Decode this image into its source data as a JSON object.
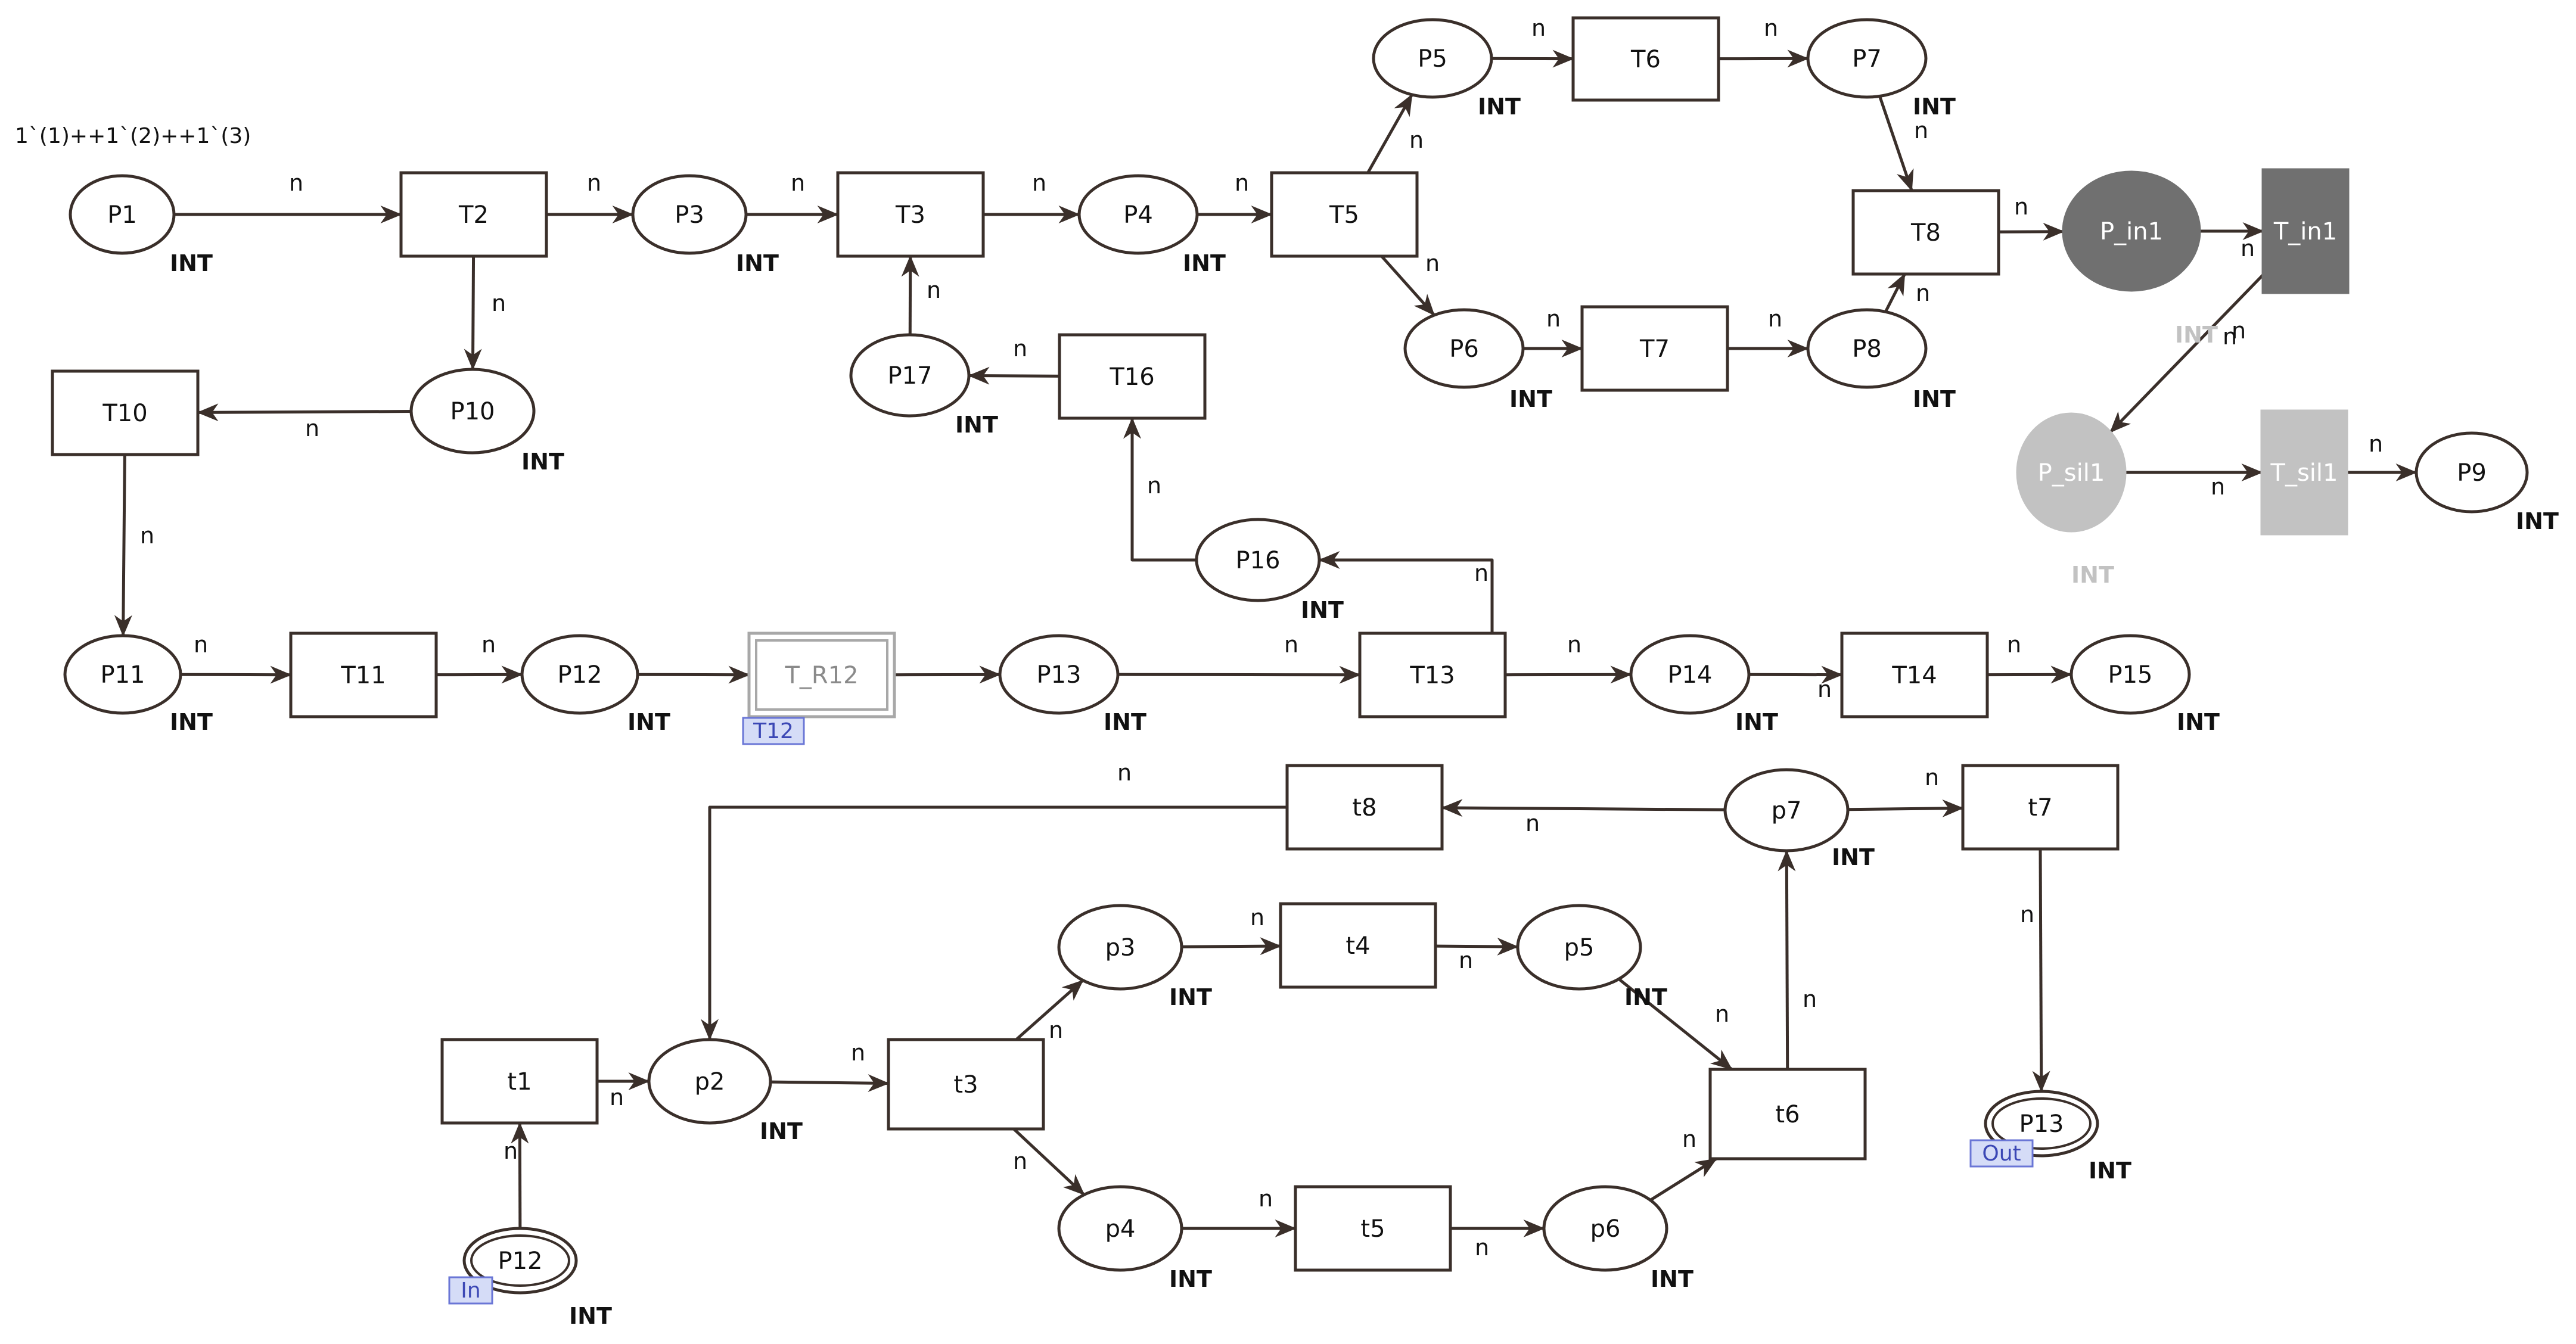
{
  "initial_marking": "1`(1)++1`(2)++1`(3)",
  "colors": {
    "stroke": "#3a2f2a",
    "text": "#111111",
    "fused_place_fill": "#707070",
    "faded_fill": "#c2c2c2",
    "faded_text": "#c2c2c2",
    "port_tag_fill": "#d5dcf7",
    "port_tag_stroke": "#6a76d6",
    "port_tag_text": "#3b47b5",
    "subst_stroke": "#a8a8a8",
    "subst_text": "#8a8a8a"
  },
  "places": [
    {
      "id": "P1",
      "label": "P1",
      "type": "INT"
    },
    {
      "id": "P3",
      "label": "P3",
      "type": "INT"
    },
    {
      "id": "P4",
      "label": "P4",
      "type": "INT"
    },
    {
      "id": "P5",
      "label": "P5",
      "type": "INT"
    },
    {
      "id": "P6",
      "label": "P6",
      "type": "INT"
    },
    {
      "id": "P7",
      "label": "P7",
      "type": "INT"
    },
    {
      "id": "P8",
      "label": "P8",
      "type": "INT"
    },
    {
      "id": "P10",
      "label": "P10",
      "type": "INT"
    },
    {
      "id": "P11",
      "label": "P11",
      "type": "INT"
    },
    {
      "id": "P12",
      "label": "P12",
      "type": "INT"
    },
    {
      "id": "P13",
      "label": "P13",
      "type": "INT"
    },
    {
      "id": "P14",
      "label": "P14",
      "type": "INT"
    },
    {
      "id": "P15",
      "label": "P15",
      "type": "INT"
    },
    {
      "id": "P16",
      "label": "P16",
      "type": "INT"
    },
    {
      "id": "P17",
      "label": "P17",
      "type": "INT"
    },
    {
      "id": "Pin1",
      "label": "P_in1",
      "type": "",
      "style": "fused"
    },
    {
      "id": "Psil1",
      "label": "P_sil1",
      "type": "INT",
      "style": "faded"
    },
    {
      "id": "P9",
      "label": "P9",
      "type": "INT"
    },
    {
      "id": "p2",
      "label": "p2",
      "type": "INT"
    },
    {
      "id": "p3",
      "label": "p3",
      "type": "INT"
    },
    {
      "id": "p4",
      "label": "p4",
      "type": "INT"
    },
    {
      "id": "p5",
      "label": "p5",
      "type": "INT"
    },
    {
      "id": "p6",
      "label": "p6",
      "type": "INT"
    },
    {
      "id": "p7",
      "label": "p7",
      "type": "INT"
    },
    {
      "id": "sP12",
      "label": "P12",
      "type": "INT",
      "port": "In"
    },
    {
      "id": "sP13",
      "label": "P13",
      "type": "INT",
      "port": "Out"
    }
  ],
  "transitions": [
    {
      "id": "T2",
      "label": "T2"
    },
    {
      "id": "T3",
      "label": "T3"
    },
    {
      "id": "T5",
      "label": "T5"
    },
    {
      "id": "T6",
      "label": "T6"
    },
    {
      "id": "T7",
      "label": "T7"
    },
    {
      "id": "T8",
      "label": "T8"
    },
    {
      "id": "Tin1",
      "label": "T_in1",
      "style": "fused"
    },
    {
      "id": "Tsil1",
      "label": "T_sil1",
      "style": "faded"
    },
    {
      "id": "T10",
      "label": "T10"
    },
    {
      "id": "T11",
      "label": "T11"
    },
    {
      "id": "TR12",
      "label": "T_R12",
      "style": "subst",
      "tag": "T12"
    },
    {
      "id": "T13",
      "label": "T13"
    },
    {
      "id": "T14",
      "label": "T14"
    },
    {
      "id": "T16",
      "label": "T16"
    },
    {
      "id": "t1",
      "label": "t1"
    },
    {
      "id": "t3",
      "label": "t3"
    },
    {
      "id": "t4",
      "label": "t4"
    },
    {
      "id": "t5",
      "label": "t5"
    },
    {
      "id": "t6",
      "label": "t6"
    },
    {
      "id": "t7",
      "label": "t7"
    },
    {
      "id": "t8",
      "label": "t8"
    }
  ],
  "arcs": [
    {
      "from": "P1",
      "to": "T2",
      "label": "n"
    },
    {
      "from": "T2",
      "to": "P3",
      "label": "n"
    },
    {
      "from": "P3",
      "to": "T3",
      "label": "n"
    },
    {
      "from": "T3",
      "to": "P4",
      "label": "n"
    },
    {
      "from": "P4",
      "to": "T5",
      "label": "n"
    },
    {
      "from": "T5",
      "to": "P5",
      "label": "n"
    },
    {
      "from": "P5",
      "to": "T6",
      "label": "n"
    },
    {
      "from": "T6",
      "to": "P7",
      "label": "n"
    },
    {
      "from": "P7",
      "to": "T8",
      "label": "n"
    },
    {
      "from": "T5",
      "to": "P6",
      "label": "n"
    },
    {
      "from": "P6",
      "to": "T7",
      "label": "n"
    },
    {
      "from": "T7",
      "to": "P8",
      "label": "n"
    },
    {
      "from": "P8",
      "to": "T8",
      "label": "n"
    },
    {
      "from": "T8",
      "to": "Pin1",
      "label": "n"
    },
    {
      "from": "Pin1",
      "to": "Tin1",
      "label": "n"
    },
    {
      "from": "Tin1",
      "to": "Psil1",
      "label": "n"
    },
    {
      "from": "Psil1",
      "to": "Tsil1",
      "label": "n"
    },
    {
      "from": "Tsil1",
      "to": "P9",
      "label": "n"
    },
    {
      "from": "T2",
      "to": "P10",
      "label": "n"
    },
    {
      "from": "P10",
      "to": "T10",
      "label": "n"
    },
    {
      "from": "T10",
      "to": "P11",
      "label": "n"
    },
    {
      "from": "P11",
      "to": "T11",
      "label": "n"
    },
    {
      "from": "T11",
      "to": "P12",
      "label": "n"
    },
    {
      "from": "P12",
      "to": "TR12",
      "label": ""
    },
    {
      "from": "TR12",
      "to": "P13",
      "label": ""
    },
    {
      "from": "P13",
      "to": "T13",
      "label": "n"
    },
    {
      "from": "T13",
      "to": "P14",
      "label": "n"
    },
    {
      "from": "P14",
      "to": "T14",
      "label": "n"
    },
    {
      "from": "T14",
      "to": "P15",
      "label": "n"
    },
    {
      "from": "T13",
      "to": "P16",
      "label": "n"
    },
    {
      "from": "P16",
      "to": "T16",
      "label": "n"
    },
    {
      "from": "T16",
      "to": "P17",
      "label": "n"
    },
    {
      "from": "P17",
      "to": "T3",
      "label": "n"
    },
    {
      "from": "sP12",
      "to": "t1",
      "label": "n"
    },
    {
      "from": "t1",
      "to": "p2",
      "label": "n"
    },
    {
      "from": "p2",
      "to": "t3",
      "label": "n"
    },
    {
      "from": "t3",
      "to": "p3",
      "label": "n"
    },
    {
      "from": "t3",
      "to": "p4",
      "label": "n"
    },
    {
      "from": "p3",
      "to": "t4",
      "label": "n"
    },
    {
      "from": "p4",
      "to": "t5",
      "label": "n"
    },
    {
      "from": "t4",
      "to": "p5",
      "label": "n"
    },
    {
      "from": "t5",
      "to": "p6",
      "label": "n"
    },
    {
      "from": "p5",
      "to": "t6",
      "label": "n"
    },
    {
      "from": "p6",
      "to": "t6",
      "label": "n"
    },
    {
      "from": "t6",
      "to": "p7",
      "label": "n"
    },
    {
      "from": "p7",
      "to": "t7",
      "label": "n"
    },
    {
      "from": "p7",
      "to": "t8",
      "label": "n"
    },
    {
      "from": "t8",
      "to": "p2",
      "label": "n"
    },
    {
      "from": "t7",
      "to": "sP13",
      "label": "n"
    }
  ],
  "type_labels": {
    "Pin1_type": "INT",
    "Pin1_arc": "n"
  }
}
